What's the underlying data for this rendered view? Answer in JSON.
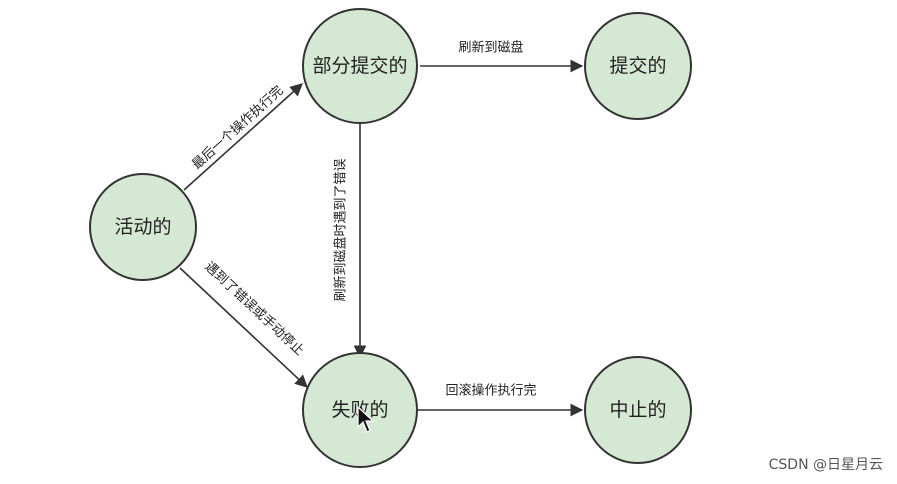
{
  "nodes": {
    "active": "活动的",
    "partially_committed": "部分提交的",
    "committed": "提交的",
    "failed": "失败的",
    "aborted": "中止的"
  },
  "edges": {
    "active_to_partial": "最后一个操作执行完",
    "partial_to_committed": "刷新到磁盘",
    "partial_to_failed": "刷新到磁盘时遇到了错误",
    "active_to_failed": "遇到了错误或手动停止",
    "failed_to_aborted": "回滚操作执行完"
  },
  "watermark": "CSDN @日星月云",
  "colors": {
    "node_fill": "#d5e8d4",
    "node_stroke": "#333333",
    "edge": "#333333"
  }
}
